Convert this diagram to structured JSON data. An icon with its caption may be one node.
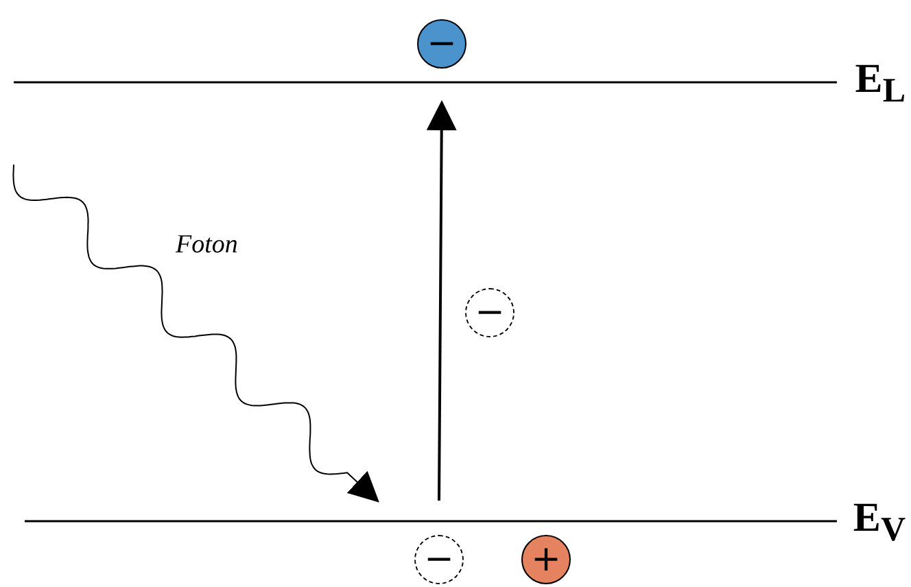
{
  "diagram": {
    "nodes": [
      {
        "text": [
          "−"
        ]
      },
      {
        "text": [
          "E$_{L}$"
        ]
      },
      {
        "text": [
          "−"
        ]
      },
      {
        "text": [
          "E$_{V}$"
        ]
      },
      {
        "text": [
          "−"
        ]
      },
      {
        "text": [
          "+"
        ]
      }
    ],
    "edges": [
      {
        "from": null,
        "to": 3,
        "arrow": "to",
        "label": "Foton"
      },
      {
        "from": 3,
        "to": 1,
        "arrow": "to"
      }
    ]
  }
}
